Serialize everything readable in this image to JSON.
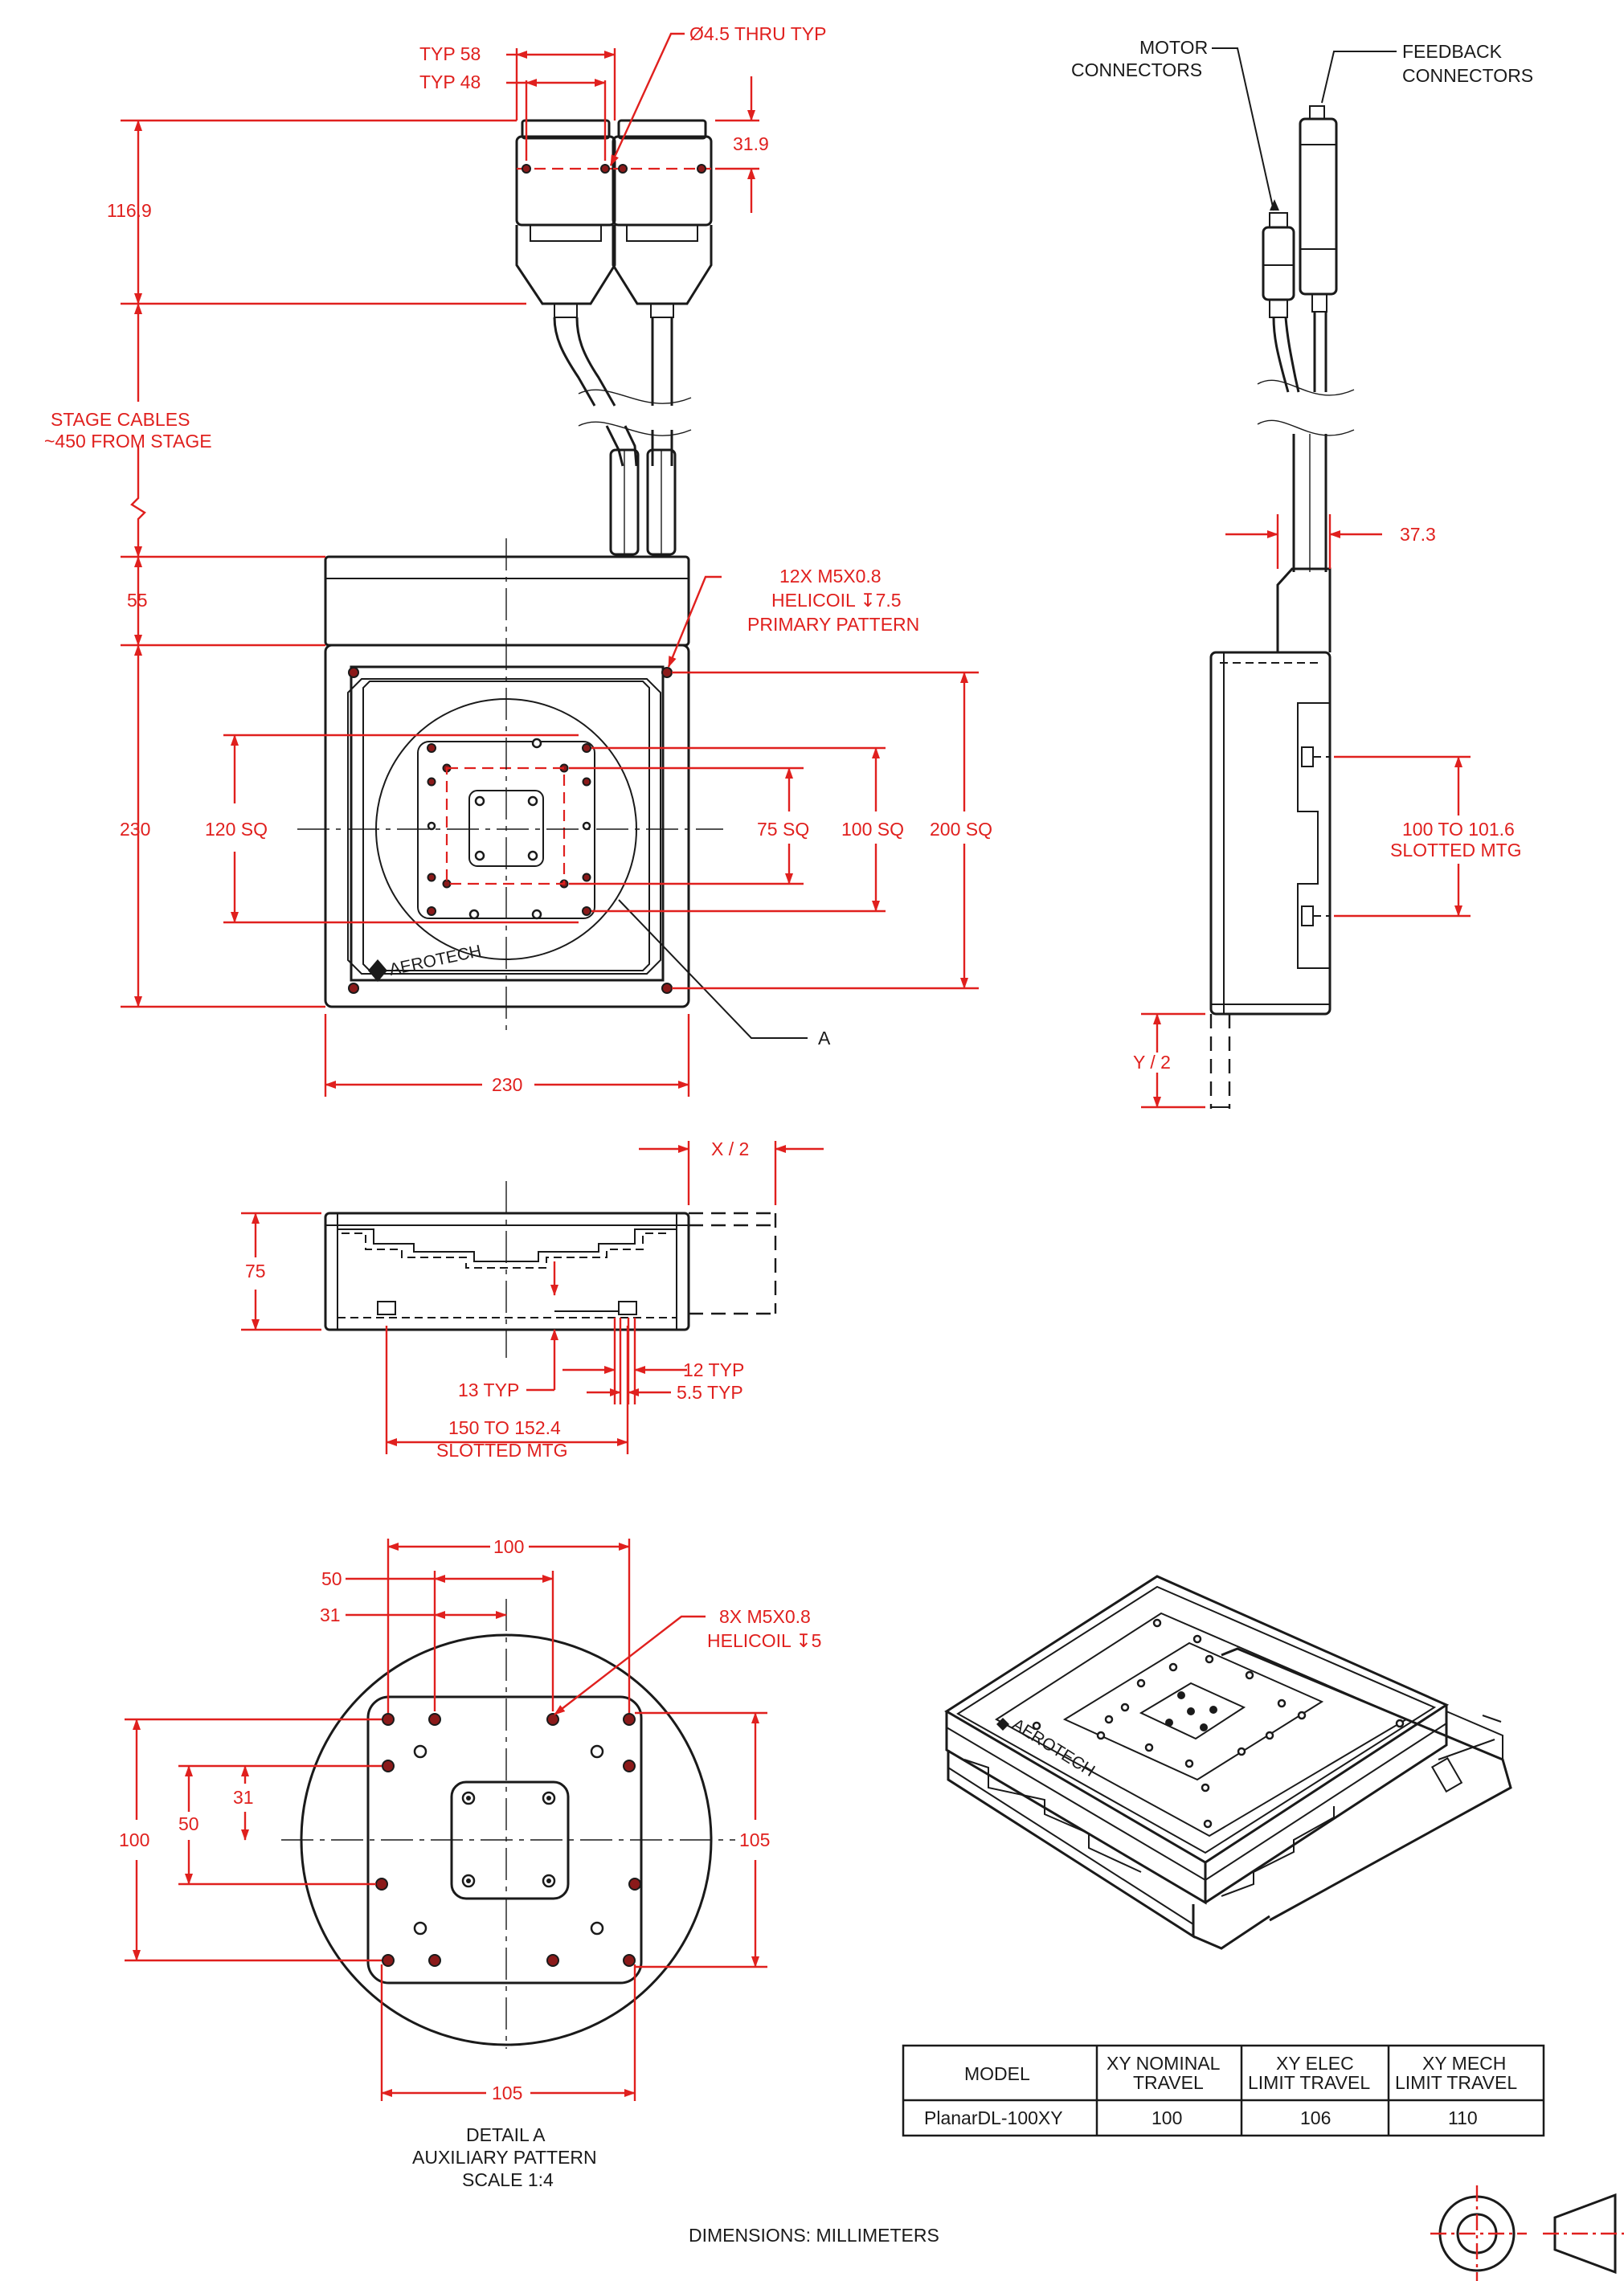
{
  "top_view": {
    "labels": {
      "typ58": "TYP 58",
      "typ48": "TYP 48",
      "thru": "Ø4.5 THRU TYP",
      "d319": "31.9",
      "d1169": "116.9",
      "cables_l1": "STAGE CABLES",
      "cables_l2": "~450 FROM STAGE",
      "d55": "55",
      "d230v": "230",
      "helicoil_l1": "12X M5X0.8",
      "helicoil_l2": "HELICOIL ↧7.5",
      "helicoil_l3": "PRIMARY PATTERN",
      "sq120": "120 SQ",
      "sq75": "75 SQ",
      "sq100": "100 SQ",
      "sq200": "200 SQ",
      "d230h": "230",
      "detail_ref": "A",
      "logo": "AEROTECH"
    }
  },
  "side_view": {
    "labels": {
      "motor_l1": "MOTOR",
      "motor_l2": "CONNECTORS",
      "feedback_l1": "FEEDBACK",
      "feedback_l2": "CONNECTORS",
      "d373": "37.3",
      "slot_l1": "100 TO 101.6",
      "slot_l2": "SLOTTED MTG",
      "y2": "Y / 2"
    }
  },
  "front_view": {
    "labels": {
      "x2": "X / 2",
      "d75": "75",
      "typ13": "13 TYP",
      "typ12": "12 TYP",
      "typ55": "5.5 TYP",
      "slot_l1": "150 TO 152.4",
      "slot_l2": "SLOTTED MTG"
    }
  },
  "detail_a": {
    "labels": {
      "d100top": "100",
      "d50top": "50",
      "d31top": "31",
      "helicoil_l1": "8X M5X0.8",
      "helicoil_l2": "HELICOIL ↧5",
      "d100left": "100",
      "d50left": "50",
      "d31left": "31",
      "d105right": "105",
      "d105bottom": "105",
      "caption_l1": "DETAIL A",
      "caption_l2": "AUXILIARY PATTERN",
      "caption_l3": "SCALE 1:4"
    }
  },
  "travel_table": {
    "headers": [
      [
        "MODEL"
      ],
      [
        "XY NOMINAL",
        "TRAVEL"
      ],
      [
        "XY ELEC",
        "LIMIT TRAVEL"
      ],
      [
        "XY MECH",
        "LIMIT TRAVEL"
      ]
    ],
    "row": [
      "PlanarDL-100XY",
      "100",
      "106",
      "110"
    ]
  },
  "footer": {
    "units": "DIMENSIONS:  MILLIMETERS"
  },
  "colors": {
    "dimension": "#e0201e",
    "outline": "#1a1a1a",
    "background": "#ffffff"
  }
}
